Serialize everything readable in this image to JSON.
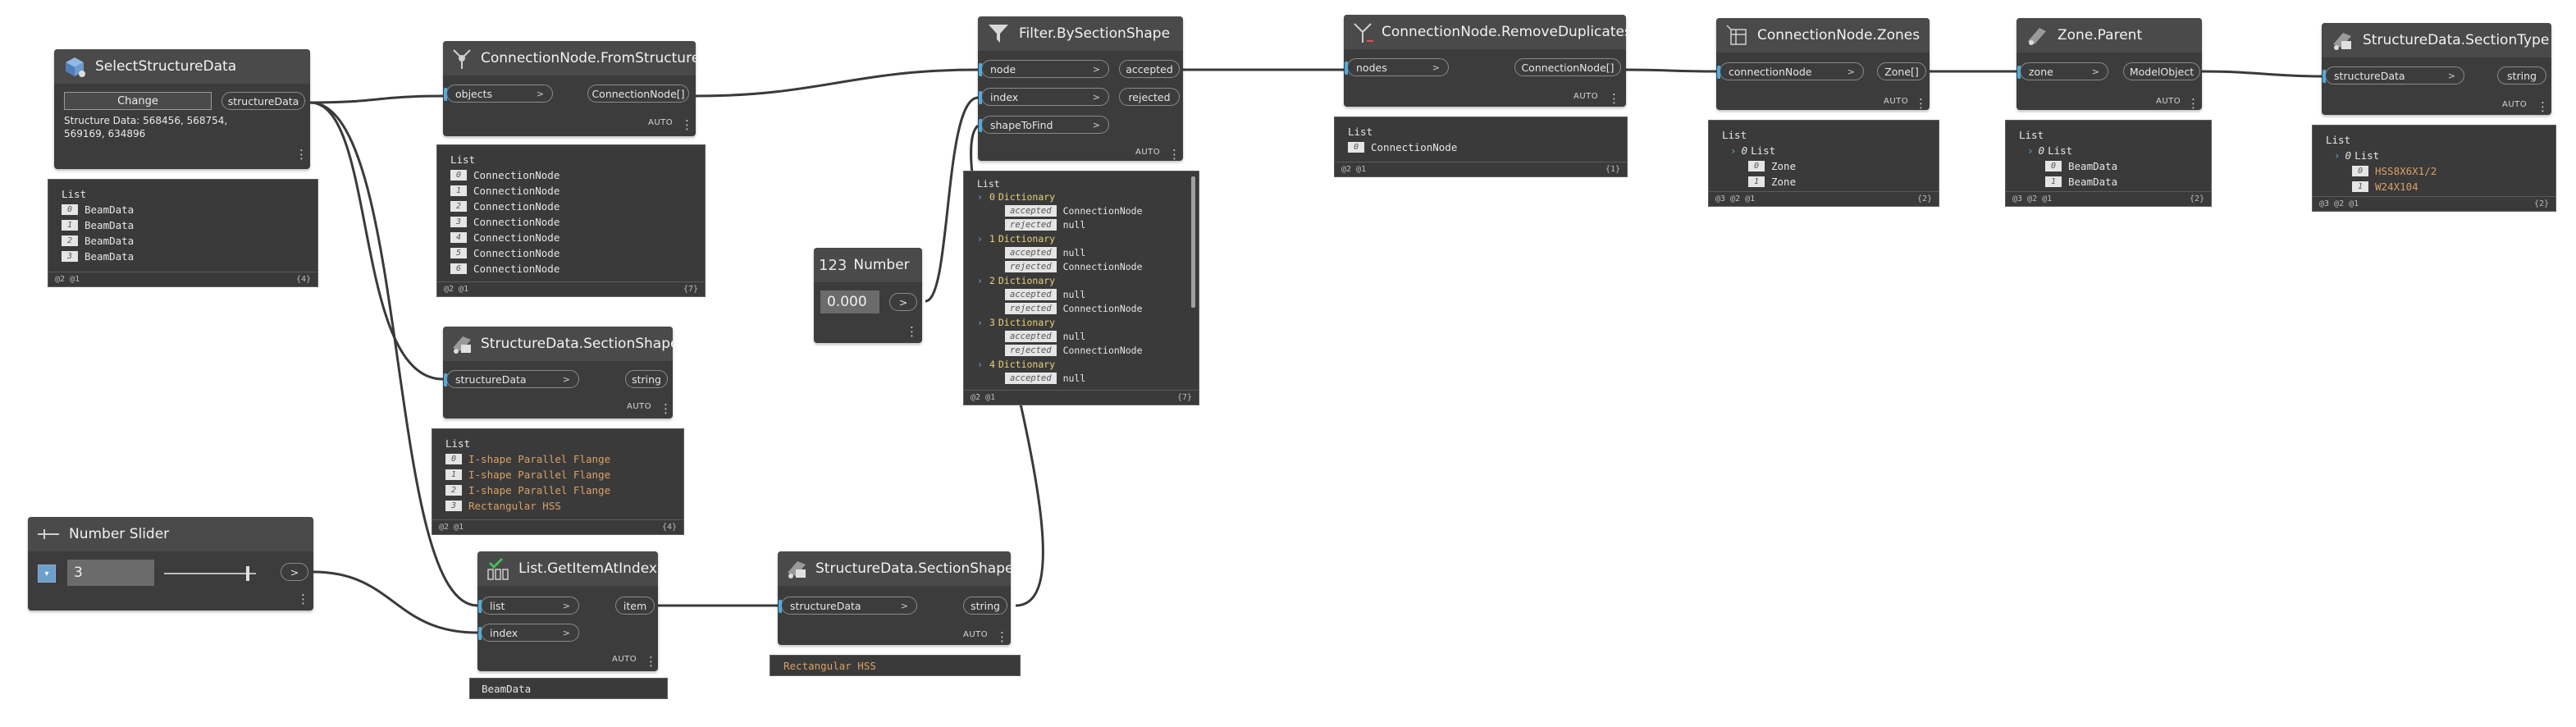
{
  "nodes": {
    "select_structure": {
      "title": "SelectStructureData",
      "button": "Change",
      "output": "structureData",
      "text_line1": "Structure Data: 568456, 568754,",
      "text_line2": "569169, 634896",
      "preview": {
        "header": "List",
        "items": [
          "BeamData",
          "BeamData",
          "BeamData",
          "BeamData"
        ],
        "indices": [
          "0",
          "1",
          "2",
          "3"
        ],
        "levels": "@2 @1",
        "count": "{4}"
      }
    },
    "from_structure": {
      "title": "ConnectionNode.FromStructure",
      "input": "objects",
      "output": "ConnectionNode[]",
      "auto": "AUTO",
      "preview": {
        "header": "List",
        "items": [
          "ConnectionNode",
          "ConnectionNode",
          "ConnectionNode",
          "ConnectionNode",
          "ConnectionNode",
          "ConnectionNode",
          "ConnectionNode"
        ],
        "indices": [
          "0",
          "1",
          "2",
          "3",
          "4",
          "5",
          "6"
        ],
        "levels": "@2 @1",
        "count": "{7}"
      }
    },
    "section_shape_top": {
      "title": "StructureData.SectionShape",
      "input": "structureData",
      "output": "string",
      "auto": "AUTO",
      "preview": {
        "header": "List",
        "items": [
          "I-shape Parallel Flange",
          "I-shape Parallel Flange",
          "I-shape Parallel Flange",
          "Rectangular HSS"
        ],
        "indices": [
          "0",
          "1",
          "2",
          "3"
        ],
        "levels": "@2 @1",
        "count": "{4}"
      }
    },
    "number_slider": {
      "title": "Number Slider",
      "value": "3",
      "output": ">"
    },
    "get_item": {
      "title": "List.GetItemAtIndex",
      "input_list": "list",
      "input_index": "index",
      "output": "item",
      "auto": "AUTO",
      "preview": "BeamData"
    },
    "section_shape_bottom": {
      "title": "StructureData.SectionShape",
      "input": "structureData",
      "output": "string",
      "auto": "AUTO",
      "preview": "Rectangular HSS"
    },
    "number": {
      "title": "Number",
      "icon_text": "123",
      "value": "0.000",
      "output": ">"
    },
    "filter": {
      "title": "Filter.BySectionShape",
      "input_node": "node",
      "input_index": "index",
      "input_shape": "shapeToFind",
      "output_accepted": "accepted",
      "output_rejected": "rejected",
      "auto": "AUTO",
      "preview": {
        "header": "List",
        "dicts": [
          {
            "idx": "0",
            "label": "Dictionary",
            "accepted": "ConnectionNode",
            "rejected": "null"
          },
          {
            "idx": "1",
            "label": "Dictionary",
            "accepted": "null",
            "rejected": "ConnectionNode"
          },
          {
            "idx": "2",
            "label": "Dictionary",
            "accepted": "null",
            "rejected": "ConnectionNode"
          },
          {
            "idx": "3",
            "label": "Dictionary",
            "accepted": "null",
            "rejected": "ConnectionNode"
          },
          {
            "idx": "4",
            "label": "Dictionary",
            "accepted": "null",
            "rejected": ""
          }
        ],
        "accepted_tag": "accepted",
        "rejected_tag": "rejected",
        "levels": "@2 @1",
        "count": "{7}"
      }
    },
    "remove_duplicates": {
      "title": "ConnectionNode.RemoveDuplicates",
      "input": "nodes",
      "output": "ConnectionNode[]",
      "auto": "AUTO",
      "preview": {
        "header": "List",
        "items": [
          "ConnectionNode"
        ],
        "indices": [
          "0"
        ],
        "levels": "@2 @1",
        "count": "{1}"
      }
    },
    "zones": {
      "title": "ConnectionNode.Zones",
      "input": "connectionNode",
      "output": "Zone[]",
      "auto": "AUTO",
      "preview": {
        "header": "List",
        "sub": "List",
        "sub_idx": "0",
        "items": [
          "Zone",
          "Zone"
        ],
        "indices": [
          "0",
          "1"
        ],
        "levels": "@3 @2 @1",
        "count": "{2}"
      }
    },
    "zone_parent": {
      "title": "Zone.Parent",
      "input": "zone",
      "output": "ModelObject",
      "auto": "AUTO",
      "preview": {
        "header": "List",
        "sub": "List",
        "sub_idx": "0",
        "items": [
          "BeamData",
          "BeamData"
        ],
        "indices": [
          "0",
          "1"
        ],
        "levels": "@3 @2 @1",
        "count": "{2}"
      }
    },
    "section_type": {
      "title": "StructureData.SectionType",
      "input": "structureData",
      "output": "string",
      "auto": "AUTO",
      "preview": {
        "header": "List",
        "sub": "List",
        "sub_idx": "0",
        "items": [
          "HSS8X6X1/2",
          "W24X104"
        ],
        "indices": [
          "0",
          "1"
        ],
        "levels": "@3 @2 @1",
        "count": "{2}"
      }
    }
  }
}
